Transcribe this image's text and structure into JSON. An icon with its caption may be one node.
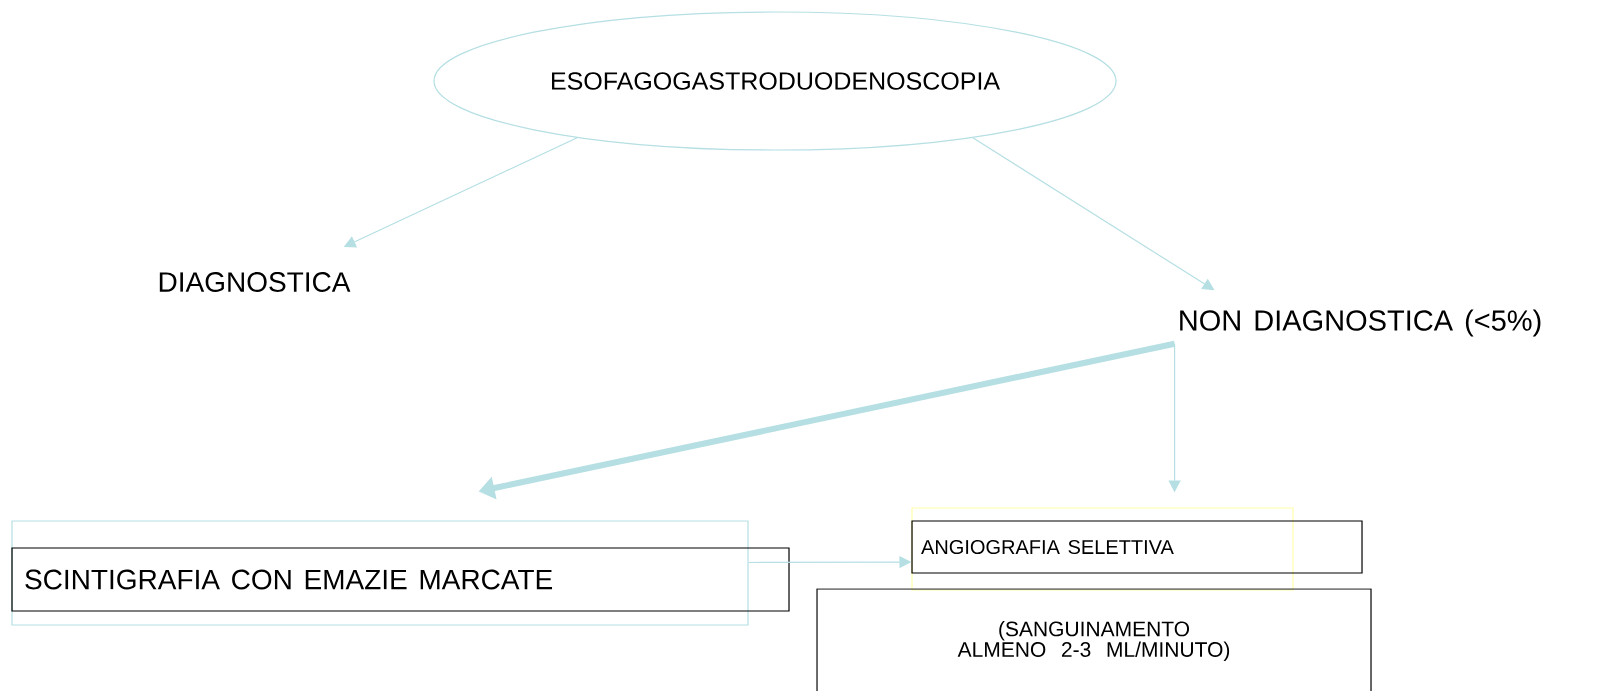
{
  "diagram": {
    "nodes": [
      {
        "text": [
          "ESOFAGOGASTRODUODENOSCOPIA"
        ]
      },
      {
        "text": [
          "DIAGNOSTICA"
        ]
      },
      {
        "text": [
          "NON DIAGNOSTICA (<5%)"
        ]
      },
      {
        "text": [
          "SCINTIGRAFIA CON EMAZIE MARCATE"
        ]
      },
      {
        "text": [
          "ANGIOGRAFIA SELETTIVA"
        ]
      },
      {
        "text": [
          "(SANGUINAMENTO ALMENO 2-3 ML/MINUTO)"
        ]
      }
    ],
    "edges": [
      {
        "from": 0,
        "to": 1,
        "arrow": "to"
      },
      {
        "from": 0,
        "to": 2,
        "arrow": "to"
      },
      {
        "from": 2,
        "to": 3,
        "arrow": "to",
        "style": "thick"
      },
      {
        "from": 2,
        "to": 4,
        "arrow": "to"
      },
      {
        "from": 3,
        "to": 4,
        "arrow": "to"
      }
    ]
  }
}
